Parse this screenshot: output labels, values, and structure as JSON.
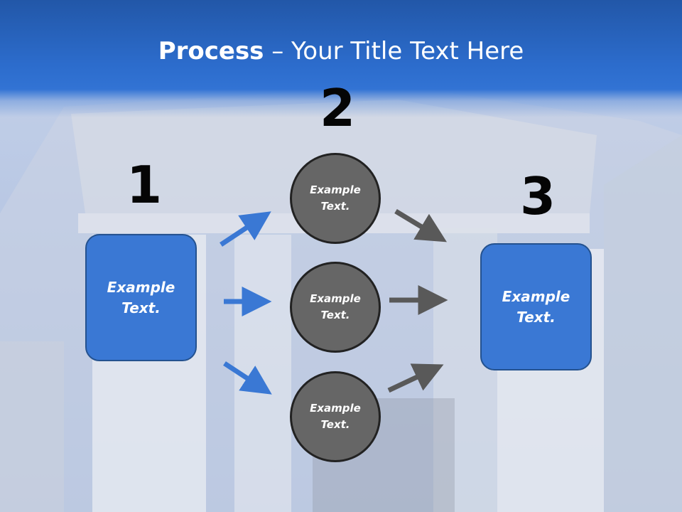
{
  "title": {
    "bold": "Process",
    "rest": " – Your Title Text Here"
  },
  "steps": [
    {
      "number": "1",
      "text": "Example\nText."
    },
    {
      "number": "2",
      "circles": [
        "Example\nText.",
        "Example\nText.",
        "Example\nText."
      ]
    },
    {
      "number": "3",
      "text": "Example\nText."
    }
  ],
  "colors": {
    "header": "#2c6ccc",
    "box": "#3a78d4",
    "circle": "#666666",
    "blue_arrow": "#3a78d4",
    "gray_arrow": "#595959"
  }
}
